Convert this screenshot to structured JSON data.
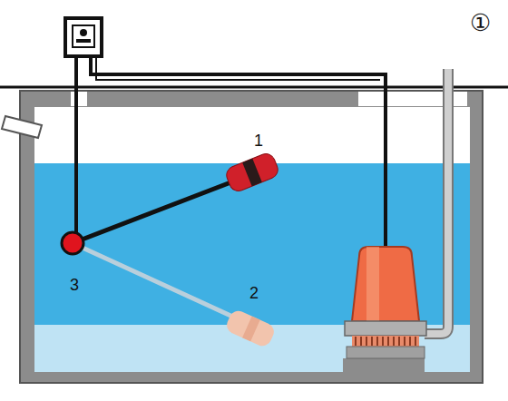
{
  "diagram": {
    "labels": [
      "①",
      "1",
      "2",
      "3"
    ]
  }
}
